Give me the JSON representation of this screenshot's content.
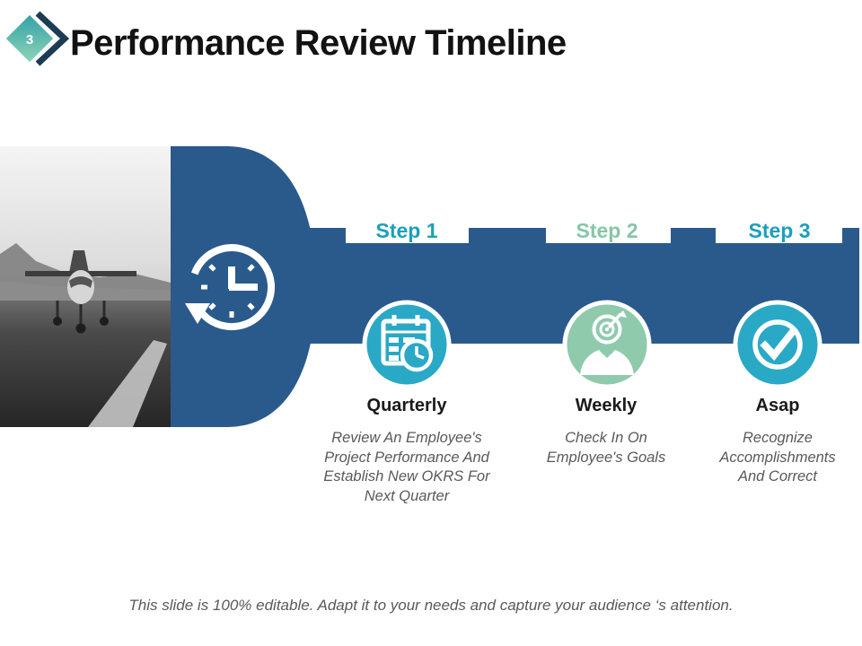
{
  "slide": {
    "page_number": "3",
    "title": "Performance Review Timeline",
    "footer": "This slide is 100% editable. Adapt it to your needs and capture your  audience ‘s attention."
  },
  "photo": {
    "description": "grayscale photo of a small airplane seen from behind on a runway with hills in the background"
  },
  "timeline": {
    "center_icon": "clock-history-icon",
    "shape_color": "#2A5A8C",
    "steps": [
      {
        "label": "Step 1",
        "label_color": "#1B9FBC",
        "heading": "Quarterly",
        "description": "Review An Employee's Project Performance And Establish New OKRS For Next Quarter",
        "icon": "calendar-clock-icon",
        "circle_color": "#29A9C6"
      },
      {
        "label": "Step 2",
        "label_color": "#85C7A6",
        "heading": "Weekly",
        "description": "Check In On Employee's Goals",
        "icon": "target-person-icon",
        "circle_color": "#8FCAAD"
      },
      {
        "label": "Step 3",
        "label_color": "#1B9FBC",
        "heading": "Asap",
        "description": "Recognize Accomplishments And Correct",
        "icon": "check-circle-icon",
        "circle_color": "#29A9C6"
      }
    ]
  },
  "colors": {
    "accent_blue": "#2A5A8C",
    "teal": "#29A9C6",
    "green": "#8FCAAD",
    "badge_gradient_start": "#2FA0A8",
    "badge_gradient_end": "#93D5B7",
    "chevron_navy": "#1C3C55",
    "text_gray": "#595959",
    "title_black": "#121212"
  }
}
